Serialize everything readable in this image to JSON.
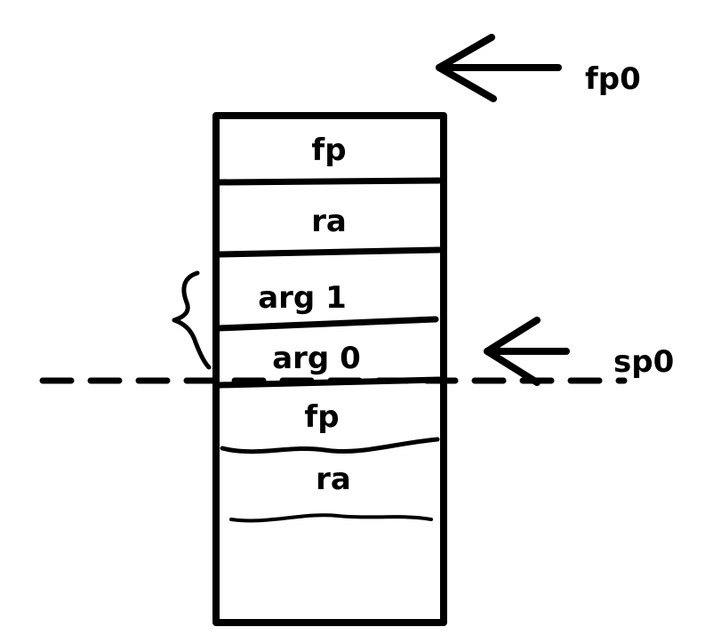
{
  "diagram": {
    "stack_cells": [
      {
        "label": "fp"
      },
      {
        "label": "ra"
      },
      {
        "label": "arg 1"
      },
      {
        "label": "arg 0"
      },
      {
        "label": "fp"
      },
      {
        "label": "ra"
      }
    ],
    "pointers": {
      "fp": {
        "label": "fp0"
      },
      "sp": {
        "label": "sp0"
      }
    },
    "colors": {
      "ink": "#000000",
      "background": "#ffffff"
    }
  }
}
